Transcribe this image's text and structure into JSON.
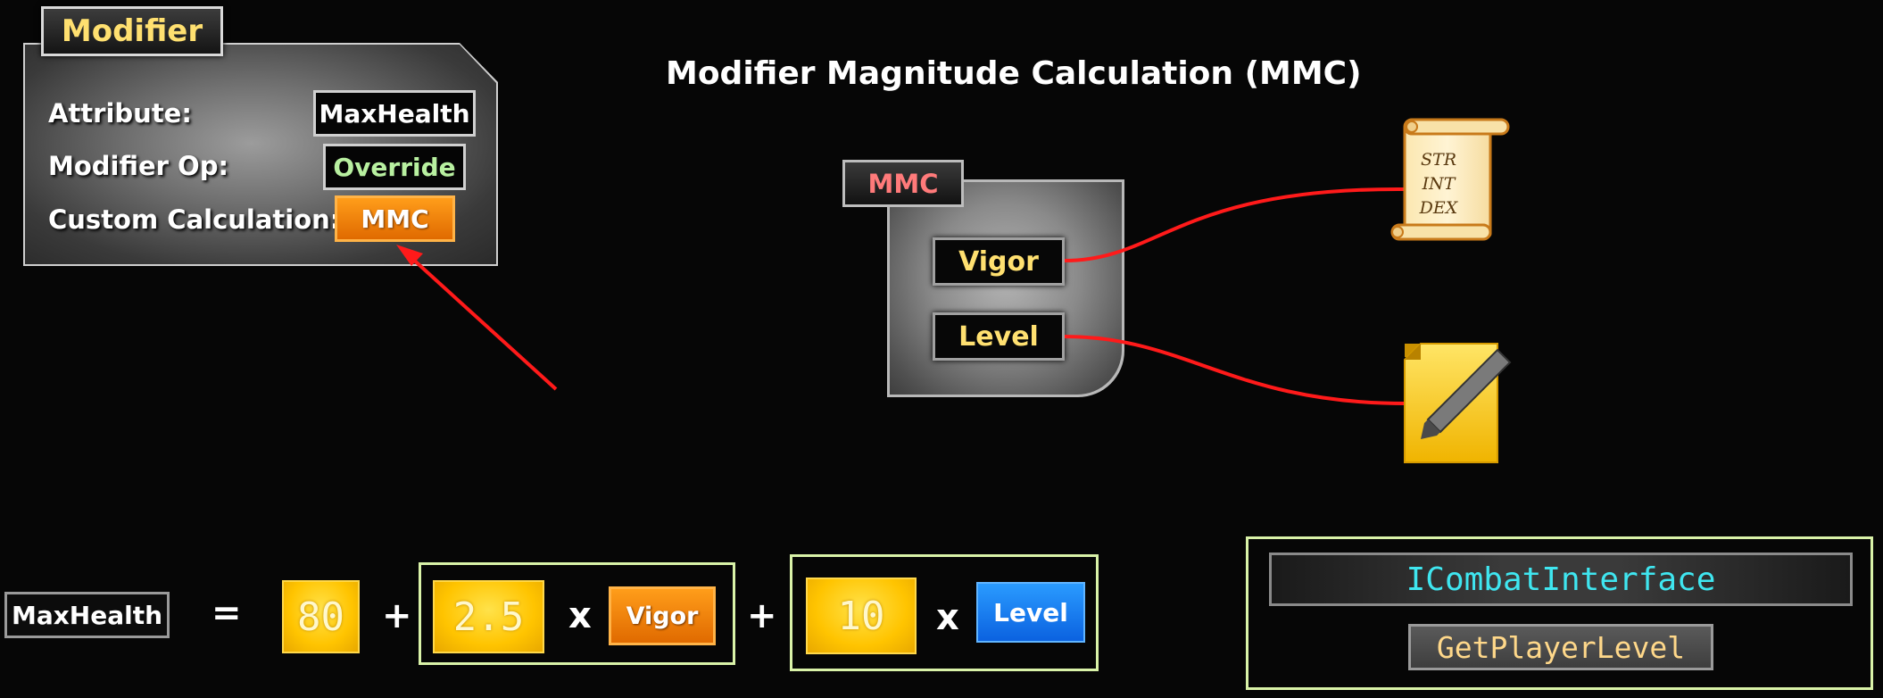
{
  "title": "Modifier Magnitude Calculation (MMC)",
  "modifier_panel": {
    "title": "Modifier",
    "rows": [
      {
        "label": "Attribute:",
        "value": "MaxHealth"
      },
      {
        "label": "Modifier Op:",
        "value": "Override"
      },
      {
        "label": "Custom Calculation:",
        "value": "MMC"
      }
    ]
  },
  "mmc_node": {
    "title": "MMC",
    "pins": [
      "Vigor",
      "Level"
    ]
  },
  "scroll_icon": {
    "lines": [
      "STR",
      "INT",
      "DEX"
    ]
  },
  "notepad_icon": {
    "name": "pencil-notepad-icon"
  },
  "equation": {
    "lhs": "MaxHealth",
    "equals": "=",
    "base": "80",
    "plus1": "+",
    "term1": {
      "coef": "2.5",
      "times": "x",
      "var": "Vigor"
    },
    "plus2": "+",
    "term2": {
      "coef": "10",
      "times": "x",
      "var": "Level"
    }
  },
  "interface": {
    "name": "ICombatInterface",
    "function": "GetPlayerLevel"
  },
  "colors": {
    "connector": "#ff1a1a",
    "orange": "#f28a0a",
    "yellow": "#ffc400",
    "blue": "#1a7cf0",
    "green_outline": "#d9f2a8",
    "cyan_text": "#3fe6f0"
  }
}
